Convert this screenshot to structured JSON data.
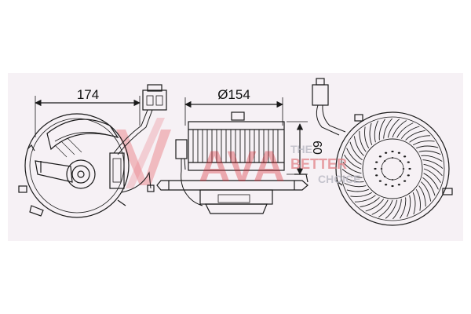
{
  "dimensions": {
    "width_label": "174",
    "diameter_label": "Ø154",
    "height_label": "60"
  },
  "watermark": {
    "brand": "AVA",
    "tagline_1": "THE",
    "tagline_2": "BETTER",
    "tagline_3": "CHOICE",
    "brand_color": "#d9232d",
    "tagline_color": "#b9b9c4"
  },
  "colors": {
    "line": "#1a1a1a",
    "panel": "#f6f1f5",
    "bg": "#ffffff"
  }
}
